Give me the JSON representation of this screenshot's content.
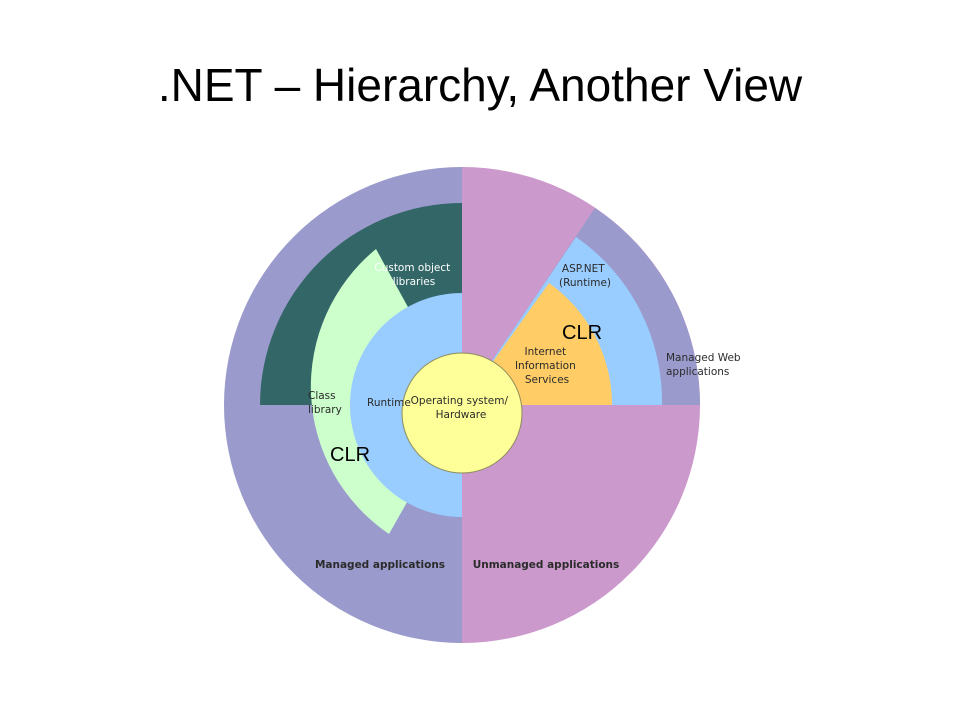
{
  "slide": {
    "title": ".NET – Hierarchy, Another View"
  },
  "diagram": {
    "labels": {
      "custom_object_libraries": [
        "Custom object",
        "libraries"
      ],
      "asp_net": [
        "ASP.NET",
        "(Runtime)"
      ],
      "iis": [
        "Internet",
        "Information",
        "Services"
      ],
      "managed_web_applications": [
        "Managed Web",
        "applications"
      ],
      "class_library": [
        "Class",
        "library"
      ],
      "runtime": "Runtime",
      "operating_system": [
        "Operating system/",
        "Hardware"
      ],
      "managed_applications": "Managed applications",
      "unmanaged_applications": "Unmanaged applications"
    },
    "overlay_labels": {
      "clr_right": "CLR",
      "clr_left": "CLR"
    },
    "colors": {
      "managed_outer": "#9a9acc",
      "unmanaged": "#cc99cc",
      "custom_object": "#336666",
      "class_library": "#ccffcc",
      "runtime": "#99ccff",
      "asp_net": "#99ccff",
      "iis": "#ffcc66",
      "os": "#ffff99"
    }
  }
}
